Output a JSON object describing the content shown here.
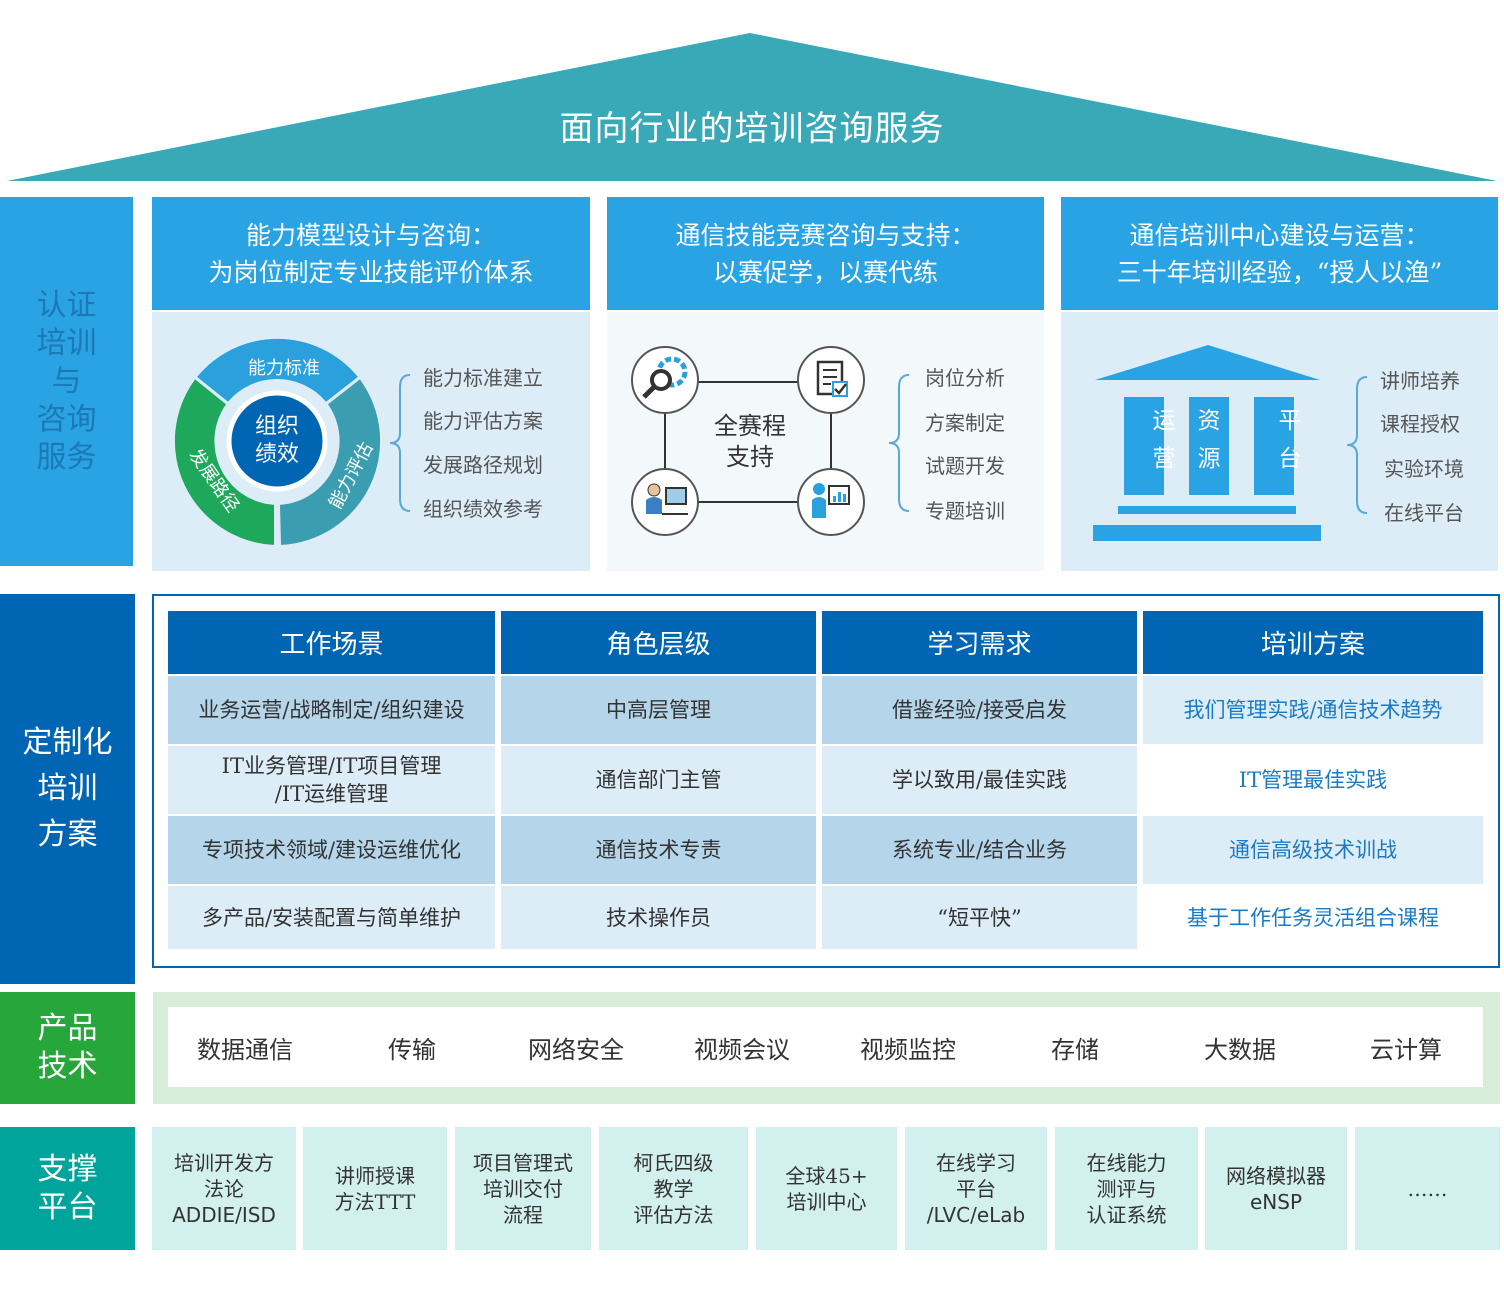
{
  "roof": {
    "title": "面向行业的培训咨询服务",
    "color": "#3aa9b7"
  },
  "sides": {
    "consult": [
      "认证",
      "培训",
      "与",
      "咨询",
      "服务"
    ],
    "custom": [
      "定制化",
      "培训",
      "方案"
    ],
    "product": [
      "产品",
      "技术"
    ],
    "support": [
      "支撑",
      "平台"
    ]
  },
  "panels": [
    {
      "head": [
        "能力模型设计与咨询：",
        "为岗位制定专业技能评价体系"
      ],
      "cycle": {
        "top": "能力标准",
        "right": "能力评估",
        "left": "发展路径",
        "center": [
          "组织",
          "绩效"
        ]
      },
      "bullets": [
        "能力标准建立",
        "能力评估方案",
        "发展路径规划",
        "组织绩效参考"
      ]
    },
    {
      "head": [
        "通信技能竞赛咨询与支持：",
        "以赛促学，以赛代练"
      ],
      "center": [
        "全赛程",
        "支持"
      ],
      "icons": [
        "gear-search-icon",
        "checklist-icon",
        "computer-user-icon",
        "presenter-icon"
      ],
      "bullets": [
        "岗位分析",
        "方案制定",
        "试题开发",
        "专题培训"
      ]
    },
    {
      "head": [
        "通信培训中心建设与运营：",
        "三十年培训经验，“授人以渔”"
      ],
      "pillars": [
        [
          "运",
          "营"
        ],
        [
          "资",
          "源"
        ],
        [
          "平",
          "台"
        ]
      ],
      "bullets": [
        "讲师培养",
        "课程授权",
        "实验环境",
        "在线平台"
      ]
    }
  ],
  "custom": {
    "headers": [
      "工作场景",
      "角色层级",
      "学习需求",
      "培训方案"
    ],
    "rows": [
      [
        [
          "业务运营/战略制定/组织建设"
        ],
        [
          "中高层管理"
        ],
        [
          "借鉴经验/接受启发"
        ],
        [
          "我们管理实践/通信技术趋势"
        ]
      ],
      [
        [
          "IT业务管理/IT项目管理",
          "/IT运维管理"
        ],
        [
          "通信部门主管"
        ],
        [
          "学以致用/最佳实践"
        ],
        [
          "IT管理最佳实践"
        ]
      ],
      [
        [
          "专项技术领域/建设运维优化"
        ],
        [
          "通信技术专责"
        ],
        [
          "系统专业/结合业务"
        ],
        [
          "通信高级技术训战"
        ]
      ],
      [
        [
          "多产品/安装配置与简单维护"
        ],
        [
          "技术操作员"
        ],
        [
          "“短平快”"
        ],
        [
          "基于工作任务灵活组合课程"
        ]
      ]
    ]
  },
  "products": [
    "数据通信",
    "传输",
    "网络安全",
    "视频会议",
    "视频监控",
    "存储",
    "大数据",
    "云计算"
  ],
  "support": [
    [
      "培训开发方",
      "法论",
      "ADDIE/ISD"
    ],
    [
      "讲师授课",
      "方法TTT"
    ],
    [
      "项目管理式",
      "培训交付",
      "流程"
    ],
    [
      "柯氏四级",
      "教学",
      "评估方法"
    ],
    [
      "全球45+",
      "培训中心"
    ],
    [
      "在线学习",
      "平台",
      "/LVC/eLab"
    ],
    [
      "在线能力",
      "测评与",
      "认证系统"
    ],
    [
      "网络模拟器",
      "eNSP"
    ],
    [
      "……"
    ]
  ]
}
